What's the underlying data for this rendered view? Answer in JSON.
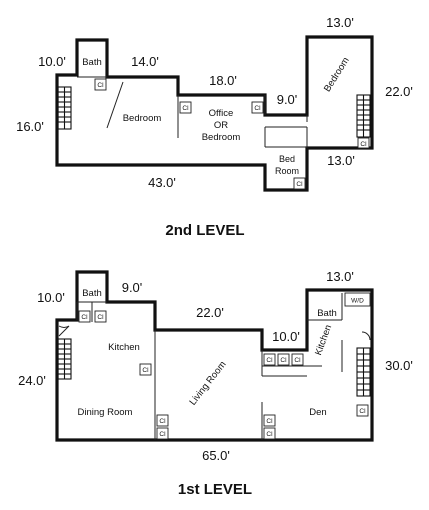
{
  "levels": [
    {
      "title": "2nd LEVEL",
      "dimensions": [
        "10.0'",
        "14.0'",
        "18.0'",
        "9.0'",
        "13.0'",
        "22.0'",
        "16.0'",
        "13.0'",
        "43.0'"
      ],
      "rooms": {
        "bath": "Bath",
        "bedroom_main": "Bedroom",
        "office": [
          "Office",
          "OR",
          "Bedroom"
        ],
        "bedroom_right": "Bedroom",
        "bed_room": [
          "Bed",
          "Room"
        ]
      },
      "closet_label": "Cl"
    },
    {
      "title": "1st LEVEL",
      "dimensions": [
        "10.0'",
        "9.0'",
        "13.0'",
        "22.0'",
        "10.0'",
        "24.0'",
        "30.0'",
        "65.0'"
      ],
      "rooms": {
        "bath_left": "Bath",
        "kitchen_left": "Kitchen",
        "living_room": "Living Room",
        "dining_room": "Dining Room",
        "bath_right": "Bath",
        "kitchen_right": "Kitchen",
        "den": "Den",
        "wd": "W/D"
      },
      "closet_label": "Cl"
    }
  ]
}
